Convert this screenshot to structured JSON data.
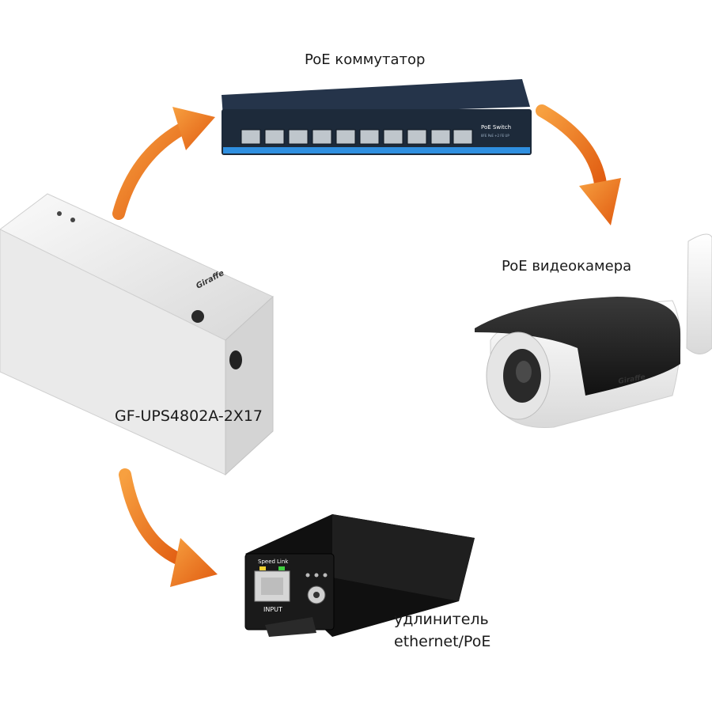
{
  "labels": {
    "switch": "PoE коммутатор",
    "camera": "PoE видеокамера",
    "ups": "GF-UPS4802A-2X17",
    "extender_line1": "удлинитель",
    "extender_line2": "ethernet/PoE"
  },
  "device_text": {
    "switch_brand": "PoE Switch",
    "switch_sub": "8FE PoE +2 FE UP",
    "brand": "Giraffe",
    "extender_speed": "Speed",
    "extender_link": "Link",
    "extender_input": "INPUT"
  },
  "colors": {
    "arrow": "#f07820",
    "arrow_dark": "#c95410",
    "switch_body": "#1d2a3a",
    "switch_stripe": "#2f8fe0",
    "ups_body": "#ececec",
    "extender_body": "#1a1a1a",
    "camera_black": "#1f1f1f",
    "camera_white": "#f4f4f4"
  }
}
